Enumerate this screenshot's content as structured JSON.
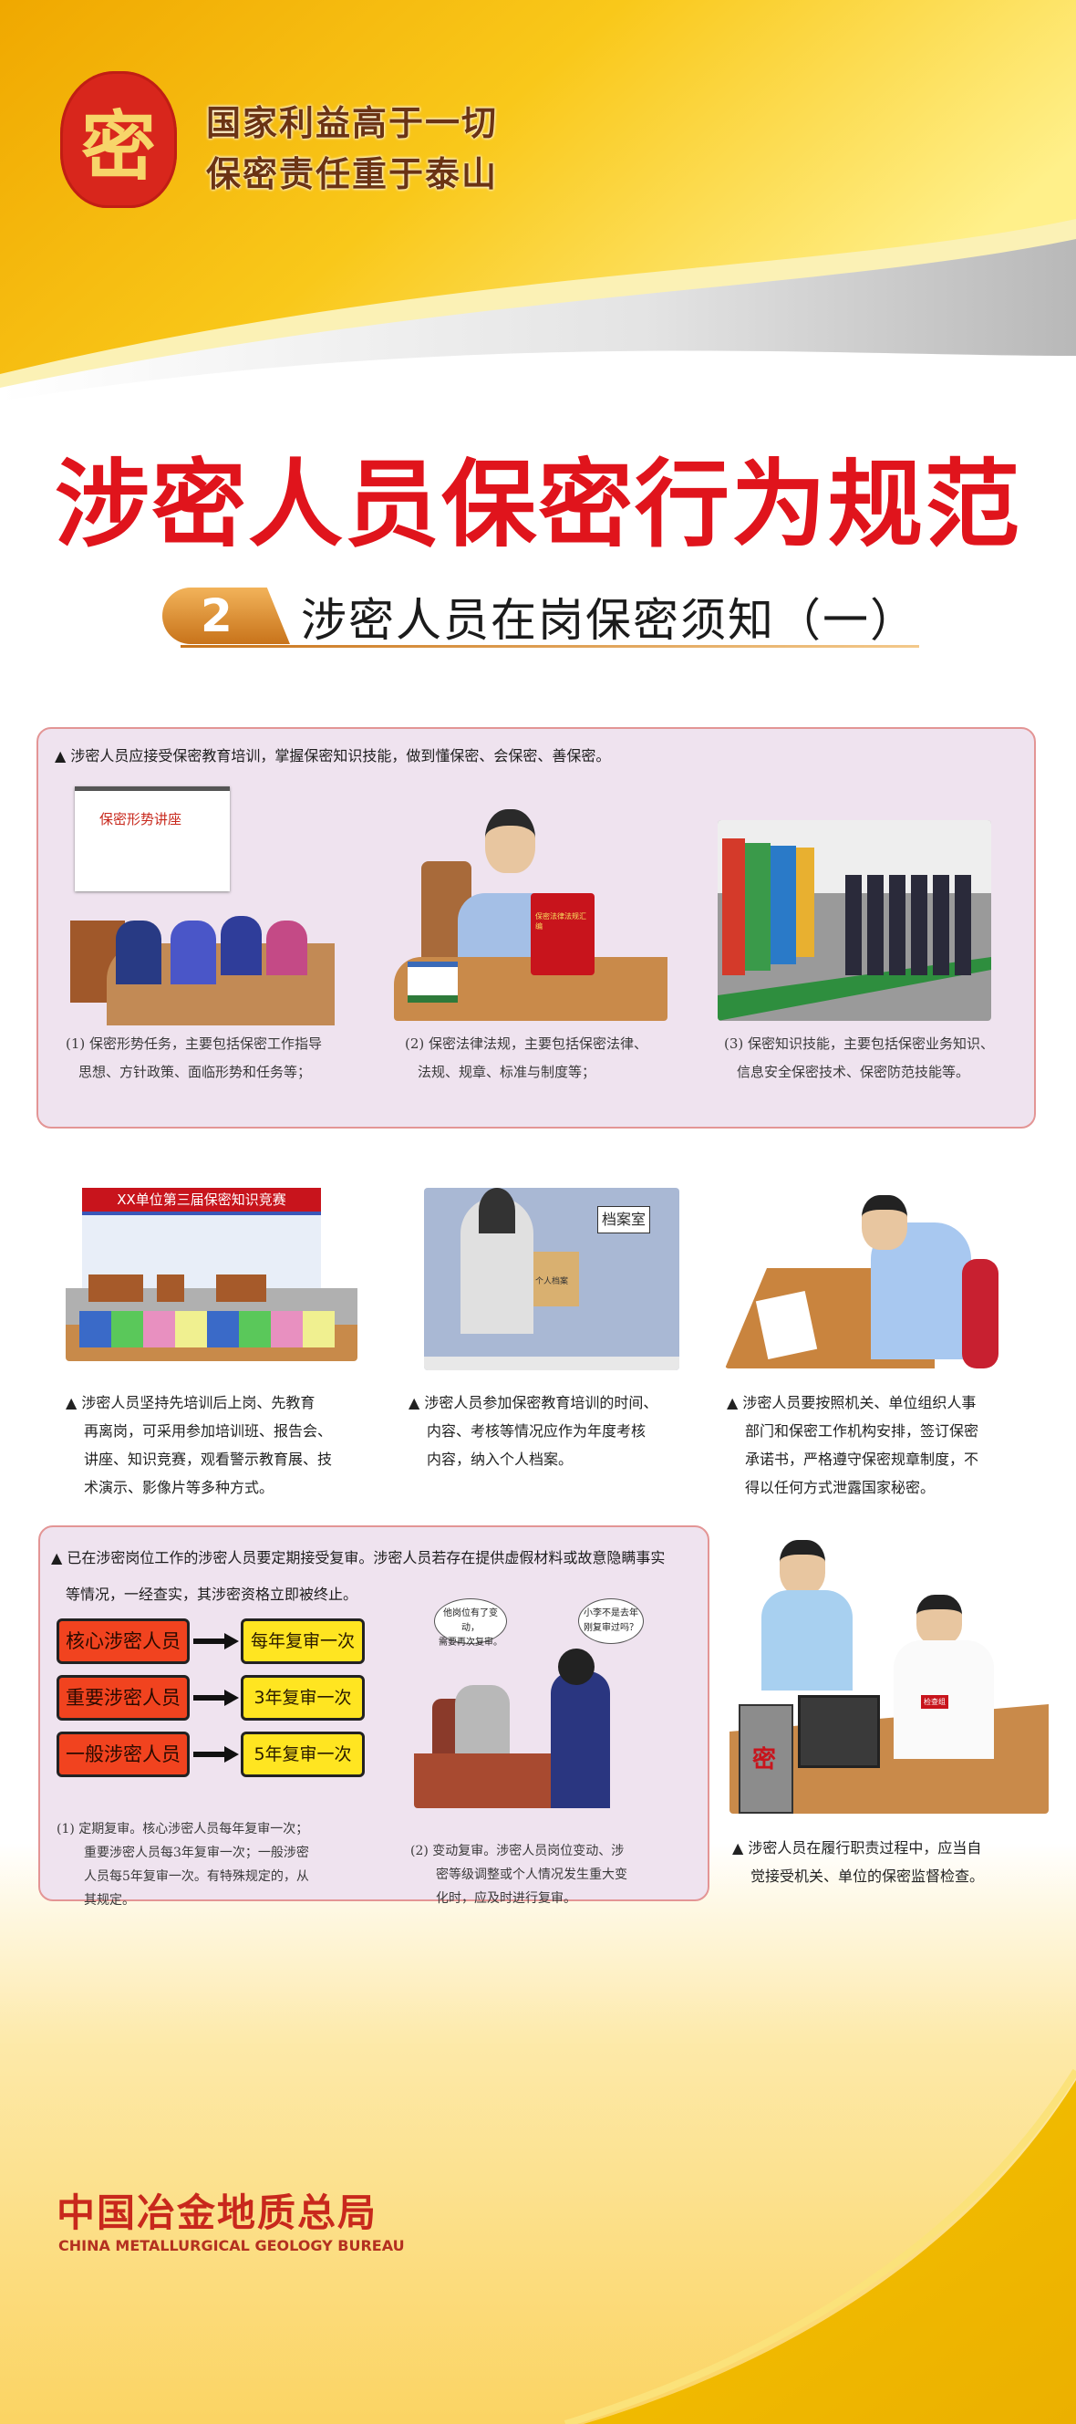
{
  "header": {
    "seal_glyph": "密",
    "slogan_line1": "国家利益高于一切",
    "slogan_line2": "保密责任重于泰山"
  },
  "title": "涉密人员保密行为规范",
  "subtitle": {
    "number": "2",
    "text": "涉密人员在岗保密须知（一）"
  },
  "section1": {
    "intro": "▲ 涉密人员应接受保密教育培训，掌握保密知识技能，做到懂保密、会保密、善保密。",
    "items": [
      {
        "illustration_label": "保密形势讲座",
        "caption_line1": "(1) 保密形势任务，主要包括保密工作指导",
        "caption_line2": "思想、方针政策、面临形势和任务等；"
      },
      {
        "illustration_label": "保密法律法规汇编",
        "caption_line1": "(2) 保密法律法规，主要包括保密法律、",
        "caption_line2": "法规、规章、标准与制度等；"
      },
      {
        "illustration_label": "",
        "caption_line1": "(3) 保密知识技能，主要包括保密业务知识、",
        "caption_line2": "信息安全保密技术、保密防范技能等。"
      }
    ]
  },
  "section2": {
    "items": [
      {
        "illustration_label": "XX单位第三届保密知识竞赛",
        "lines": [
          "▲ 涉密人员坚持先培训后上岗、先教育",
          "再离岗，可采用参加培训班、报告会、",
          "讲座、知识竞赛，观看警示教育展、技",
          "术演示、影像片等多种方式。"
        ]
      },
      {
        "illustration_label": "档案室",
        "sub_label": "个人档案",
        "lines": [
          "▲ 涉密人员参加保密教育培训的时间、",
          "内容、考核等情况应作为年度考核",
          "内容，纳入个人档案。"
        ]
      },
      {
        "illustration_label": "",
        "lines": [
          "▲ 涉密人员要按照机关、单位组织人事",
          "部门和保密工作机构安排，签订保密",
          "承诺书，严格遵守保密规章制度，不",
          "得以任何方式泄露国家秘密。"
        ]
      }
    ]
  },
  "section3": {
    "intro_line1": "▲ 已在涉密岗位工作的涉密人员要定期接受复审。涉密人员若存在提供虚假材料或故意隐瞒事实",
    "intro_line2": "等情况，一经查实，其涉密资格立即被终止。",
    "flow": [
      {
        "role": "核心涉密人员",
        "frequency": "每年复审一次"
      },
      {
        "role": "重要涉密人员",
        "frequency": "3年复审一次"
      },
      {
        "role": "一般涉密人员",
        "frequency": "5年复审一次"
      }
    ],
    "bubble_left": [
      "他岗位有了变动，",
      "需要再次复审。"
    ],
    "bubble_right": [
      "小李不是去年",
      "刚复审过吗？"
    ],
    "caption1": [
      "(1) 定期复审。核心涉密人员每年复审一次；",
      "重要涉密人员每3年复审一次；一般涉密",
      "人员每5年复审一次。有特殊规定的，从",
      "其规定。"
    ],
    "caption2": [
      "(2) 变动复审。涉密人员岗位变动、涉",
      "密等级调整或个人情况发生重大变",
      "化时，应及时进行复审。"
    ]
  },
  "section4": {
    "computer_mark": "密",
    "badge_label": "检查组",
    "lines": [
      "▲ 涉密人员在履行职责过程中，应当自",
      "觉接受机关、单位的保密监督检查。"
    ]
  },
  "footer": {
    "org_cn": "中国冶金地质总局",
    "org_en": "CHINA METALLURGICAL GEOLOGY BUREAU"
  },
  "colors": {
    "title_red": "#e0141c",
    "gold": "#f5c400",
    "panel_bg": "#efe3ef",
    "panel_border": "#e39595"
  }
}
